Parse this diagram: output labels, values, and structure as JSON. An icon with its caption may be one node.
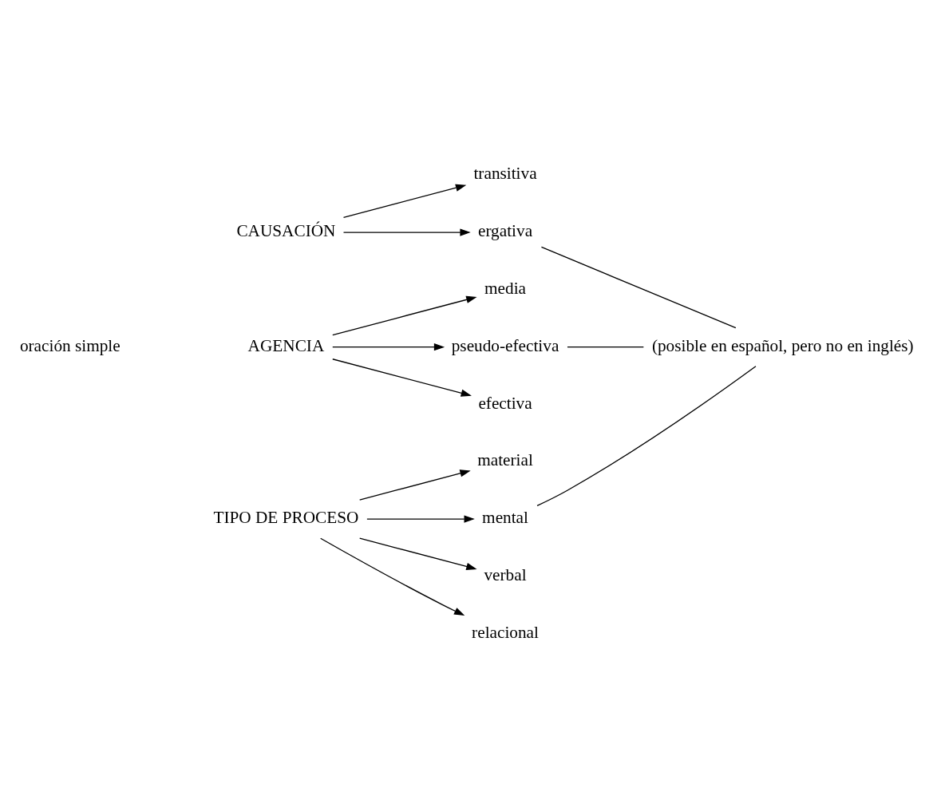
{
  "diagram": {
    "nodes": [
      {
        "text": [
          "oración simple"
        ]
      },
      {
        "text": [
          "CAUSACIÓN"
        ]
      },
      {
        "text": [
          "AGENCIA"
        ]
      },
      {
        "text": [
          "TIPO DE PROCESO"
        ]
      },
      {
        "text": [
          "transitiva"
        ]
      },
      {
        "text": [
          "ergativa"
        ]
      },
      {
        "text": [
          "media"
        ]
      },
      {
        "text": [
          "pseudo-efectiva"
        ]
      },
      {
        "text": [
          "efectiva"
        ]
      },
      {
        "text": [
          "material"
        ]
      },
      {
        "text": [
          "mental"
        ]
      },
      {
        "text": [
          "verbal"
        ]
      },
      {
        "text": [
          "relacional"
        ]
      },
      {
        "text": [
          "(posible en español, pero no en inglés)"
        ]
      }
    ],
    "edges": [
      {
        "from": 1,
        "to": 4,
        "arrow": "to"
      },
      {
        "from": 1,
        "to": 5,
        "arrow": "to"
      },
      {
        "from": 2,
        "to": 6,
        "arrow": "to"
      },
      {
        "from": 2,
        "to": 7,
        "arrow": "to"
      },
      {
        "from": 2,
        "to": 8,
        "arrow": "to"
      },
      {
        "from": 3,
        "to": 9,
        "arrow": "to"
      },
      {
        "from": 3,
        "to": 10,
        "arrow": "to"
      },
      {
        "from": 3,
        "to": 11,
        "arrow": "to"
      },
      {
        "from": 3,
        "to": 12,
        "arrow": "to"
      },
      {
        "from": 5,
        "to": 13,
        "arrow": "none"
      },
      {
        "from": 7,
        "to": 13,
        "arrow": "none"
      },
      {
        "from": 10,
        "to": 13,
        "arrow": "none"
      }
    ]
  }
}
